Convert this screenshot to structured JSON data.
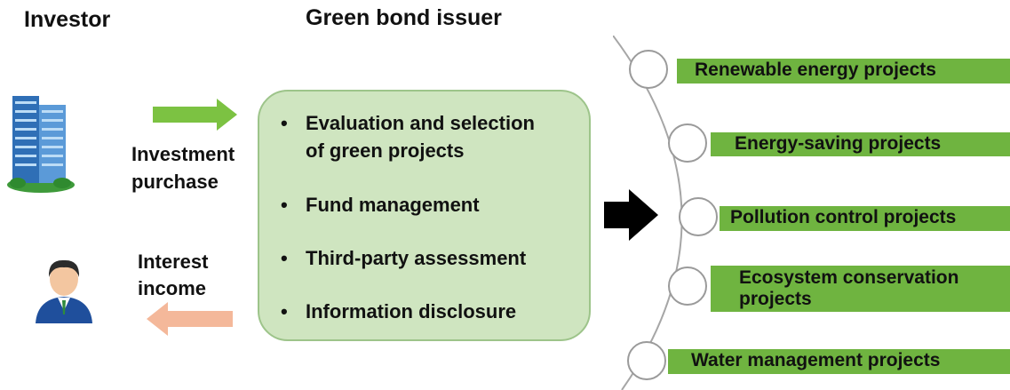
{
  "investor": {
    "heading": "Investor",
    "investment_label_line1": "Investment",
    "investment_label_line2": "purchase",
    "interest_label_line1": "Interest",
    "interest_label_line2": "income"
  },
  "issuer": {
    "heading": "Green bond issuer",
    "items": [
      {
        "line1": "Evaluation and selection",
        "line2": "of green projects"
      },
      {
        "line1": "Fund management"
      },
      {
        "line1": "Third-party assessment"
      },
      {
        "line1": "Information disclosure"
      }
    ]
  },
  "projects": [
    {
      "line1": "Renewable energy projects"
    },
    {
      "line1": "Energy-saving projects"
    },
    {
      "line1": "Pollution control projects"
    },
    {
      "line1": "Ecosystem conservation",
      "line2": "projects"
    },
    {
      "line1": "Water management projects"
    }
  ],
  "colors": {
    "box_fill": "#cfe5c0",
    "project_bar": "#6fb440",
    "invest_arrow": "#7cc242",
    "income_arrow": "#f4b89a"
  },
  "icons": [
    "office-buildings-icon",
    "person-avatar-icon",
    "right-arrow-icon",
    "left-arrow-icon",
    "big-black-arrow-icon"
  ]
}
